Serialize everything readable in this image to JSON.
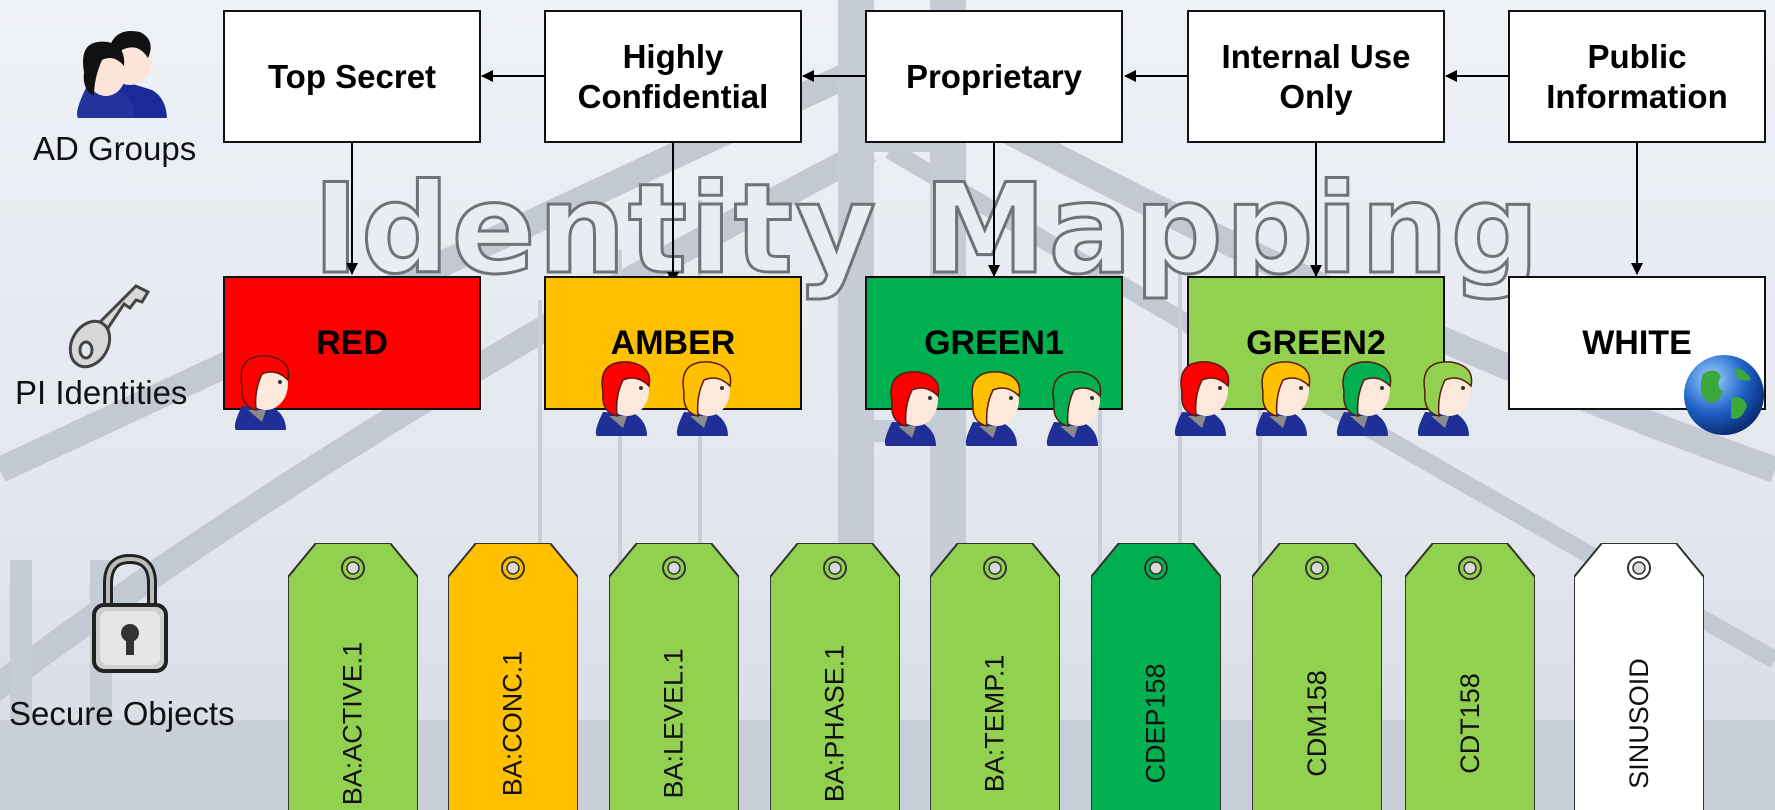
{
  "title": "Identity Mapping",
  "row_labels": {
    "ad_groups": "AD Groups",
    "pi_identities": "PI Identities",
    "secure_objects": "Secure Objects"
  },
  "ad_groups": [
    "Top Secret",
    "Highly Confidential",
    "Proprietary",
    "Internal Use Only",
    "Public Information"
  ],
  "pi_identities": [
    {
      "name": "RED",
      "color": "#ff0000"
    },
    {
      "name": "AMBER",
      "color": "#ffc000"
    },
    {
      "name": "GREEN1",
      "color": "#00b050"
    },
    {
      "name": "GREEN2",
      "color": "#92d050"
    },
    {
      "name": "WHITE",
      "color": "#ffffff"
    }
  ],
  "secure_objects": [
    {
      "label": "BA:ACTIVE.1",
      "color": "#92d050"
    },
    {
      "label": "BA:CONC.1",
      "color": "#ffc000"
    },
    {
      "label": "BA:LEVEL.1",
      "color": "#92d050"
    },
    {
      "label": "BA:PHASE.1",
      "color": "#92d050"
    },
    {
      "label": "BA:TEMP.1",
      "color": "#92d050"
    },
    {
      "label": "CDEP158",
      "color": "#00b050"
    },
    {
      "label": "CDM158",
      "color": "#92d050"
    },
    {
      "label": "CDT158",
      "color": "#92d050"
    },
    {
      "label": "SINUSOID",
      "color": "#ffffff"
    }
  ],
  "colors": {
    "red": "#ff0000",
    "amber": "#ffc000",
    "green1": "#00b050",
    "green2": "#92d050",
    "white": "#ffffff"
  }
}
